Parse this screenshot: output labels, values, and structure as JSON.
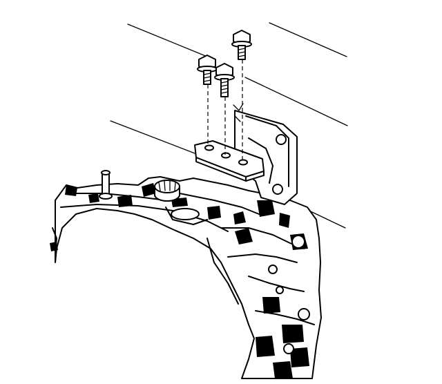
{
  "diagram": {
    "components": [
      {
        "id": "bolt-1",
        "kind": "bolt"
      },
      {
        "id": "bolt-2",
        "kind": "bolt"
      },
      {
        "id": "bolt-3",
        "kind": "bolt"
      },
      {
        "id": "mount-bracket",
        "kind": "bracket"
      },
      {
        "id": "mount-plate",
        "kind": "plate"
      },
      {
        "id": "engine-block",
        "kind": "casting"
      },
      {
        "id": "oil-filler-cap",
        "kind": "cap"
      },
      {
        "id": "dipstick-tube",
        "kind": "tube"
      }
    ],
    "stroke_color": "#000000",
    "background_color": "#ffffff"
  }
}
